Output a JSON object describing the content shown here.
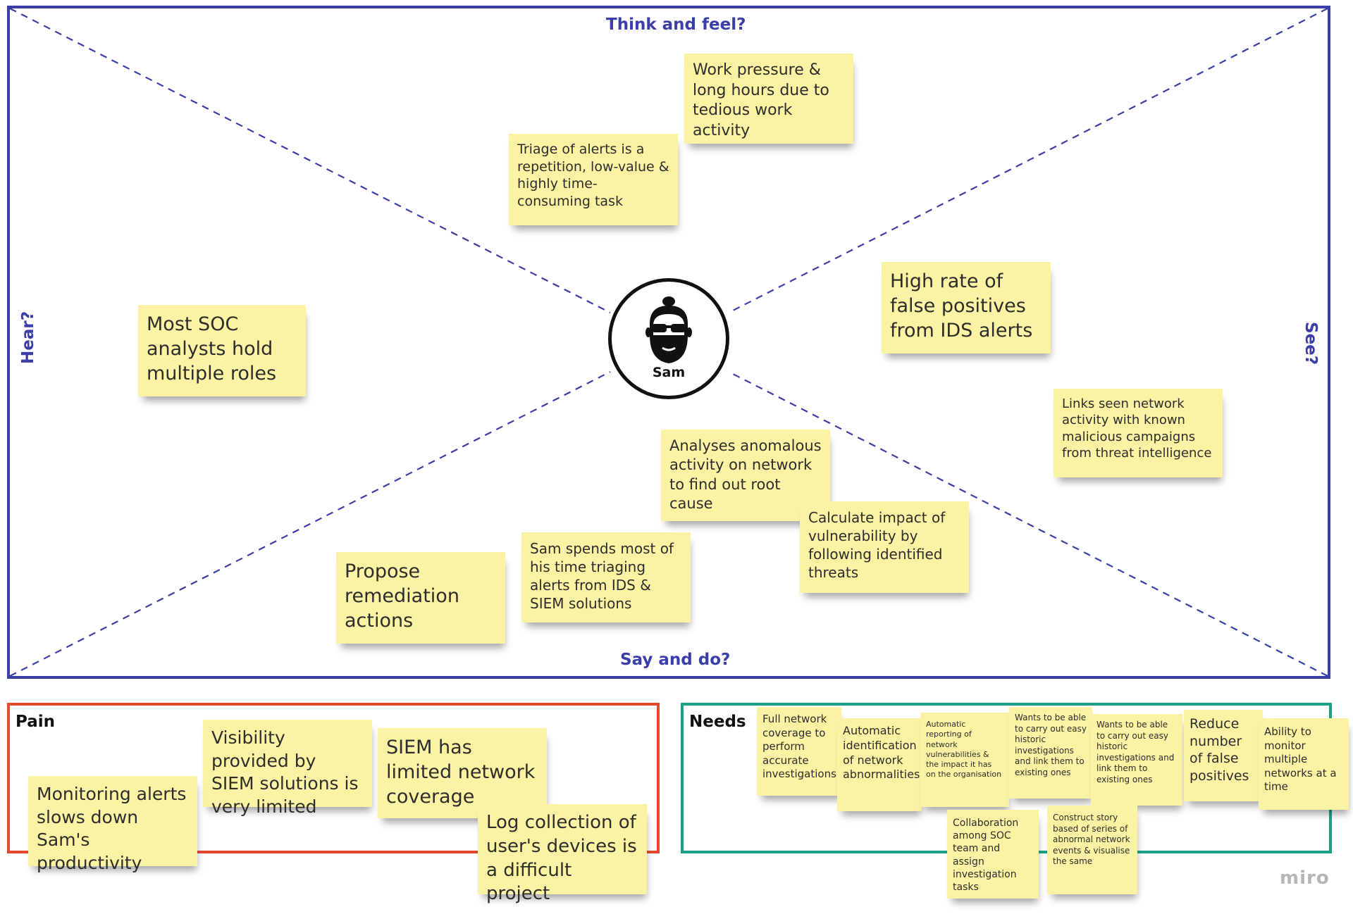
{
  "quadrants": {
    "top": "Think and feel?",
    "bottom": "Say and do?",
    "left": "Hear?",
    "right": "See?"
  },
  "persona": {
    "name": "Sam",
    "icon": "bearded-man-sunglasses-icon"
  },
  "think_notes": [
    "Work pressure & long hours due to tedious work activity",
    "Triage of alerts is a repetition, low-value & highly time-consuming task"
  ],
  "hear_notes": [
    "Most SOC analysts hold multiple roles"
  ],
  "see_notes": [
    "High rate of false positives from IDS alerts",
    "Links seen network activity with known malicious campaigns from threat intelligence"
  ],
  "say_do_notes": [
    "Analyses anomalous activity on network to find out root cause",
    "Calculate impact of vulnerability by following identified threats",
    "Sam spends most of his time triaging alerts from IDS & SIEM solutions",
    "Propose remediation actions"
  ],
  "pain": {
    "title": "Pain",
    "notes": [
      "Visibility provided by SIEM solutions is very limited",
      "SIEM has limited network coverage",
      "Monitoring alerts slows down Sam's productivity",
      "Log collection of user's devices is a difficult project"
    ]
  },
  "needs": {
    "title": "Needs",
    "notes": [
      "Full network coverage to perform accurate investigations",
      "Automatic identification of network abnormalities",
      "Automatic reporting of network vulnerabilities & the impact it has on the organisation",
      "Wants to be able to carry out easy historic investigations and link them to existing ones",
      "Wants to be able to carry out easy historic investigations and link them to existing ones",
      "Reduce number of false positives",
      "Ability to monitor multiple networks at a time",
      "Collaboration among SOC team and assign investigation tasks",
      "Construct story based of series of abnormal network events & visualise the same"
    ]
  },
  "watermark": "miro",
  "colors": {
    "board_border": "#3a3fa8",
    "pain_border": "#e44a2f",
    "needs_border": "#1aa287",
    "sticky": "#fbf3a3"
  }
}
